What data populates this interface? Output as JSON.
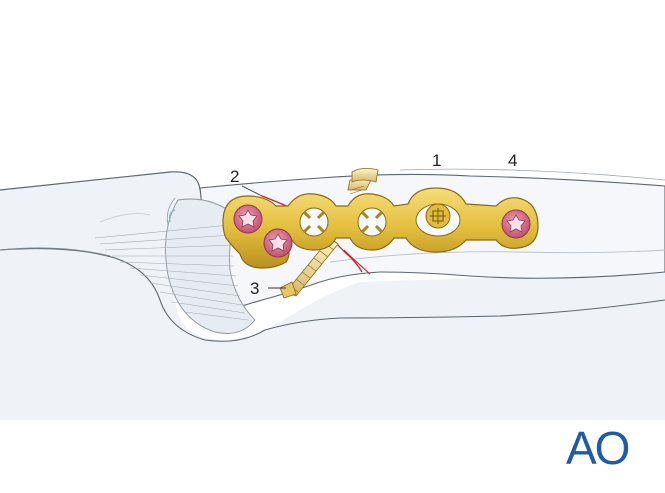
{
  "figure": {
    "callouts": {
      "one": "1",
      "two": "2",
      "three": "3",
      "four": "4"
    },
    "logo_text": "AO",
    "colors": {
      "bone_fill": "#f1f4f7",
      "bone_outline": "#5b6670",
      "plate_gold": "#e8c64a",
      "plate_dark": "#a07a16",
      "screw_head_pink": "#cd5e7e",
      "fracture_line": "#d0202c",
      "logo_blue": "#1f5ba8"
    },
    "icons": {
      "locking_screw": "pink-locking-screw-head",
      "lag_screw": "lag-screw",
      "plate": "gold-mini-plate"
    }
  }
}
